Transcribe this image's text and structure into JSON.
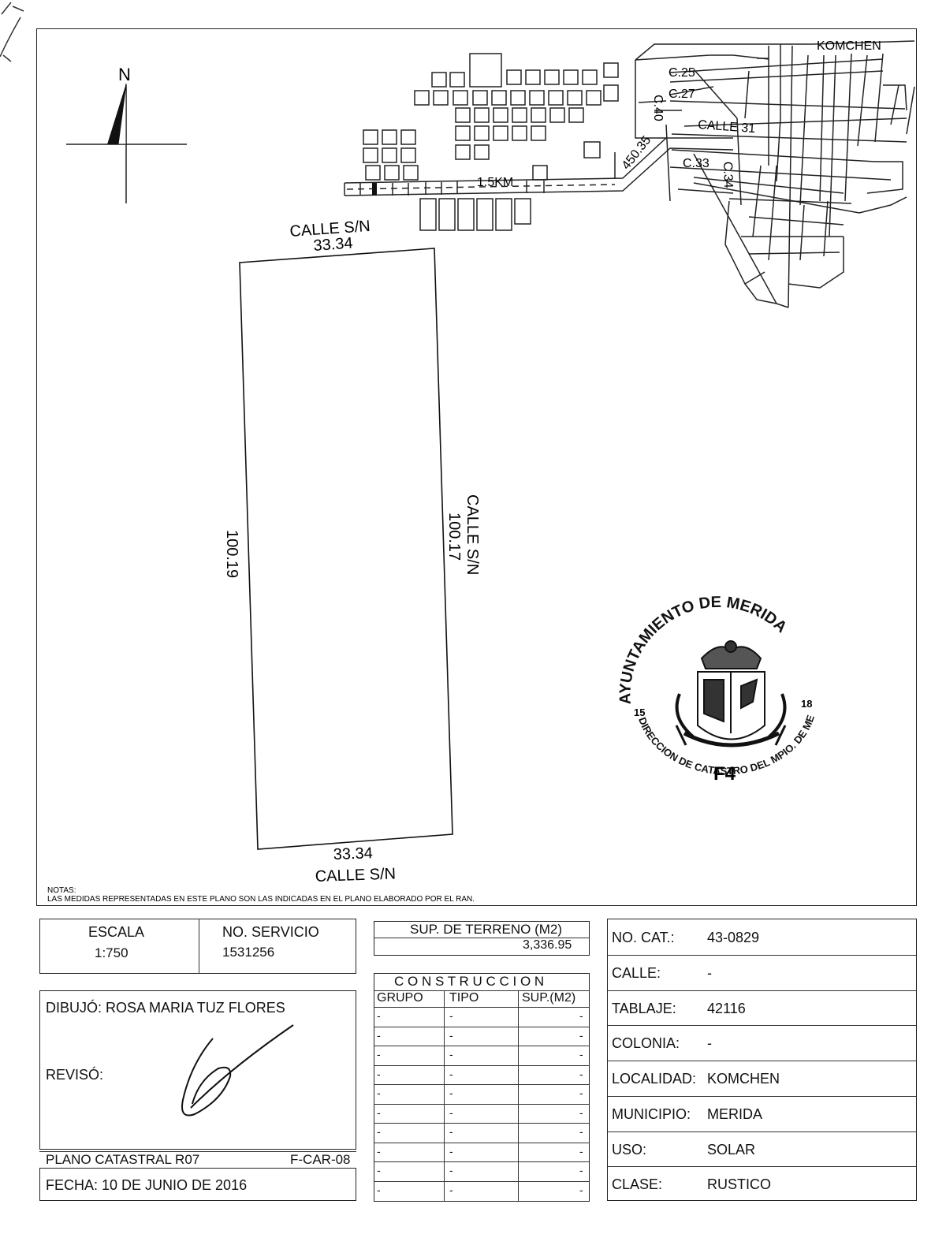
{
  "map": {
    "north_label": "N",
    "locality_label": "KOMCHEN",
    "streets": {
      "c25": "C.25",
      "c27": "C.27",
      "c40": "C.40",
      "calle31": "CALLE 31",
      "c33": "C.33",
      "c34": "C.34"
    },
    "distance_label": "450.35",
    "km_label": "1.5KM",
    "lot": {
      "top_street": "CALLE S/N",
      "top_length": "33.34",
      "left_length": "100.19",
      "right_street": "CALLE S/N",
      "right_length": "100.17",
      "bottom_length": "33.34",
      "bottom_street": "CALLE S/N"
    },
    "notes_title": "NOTAS:",
    "notes_text": "LAS MEDIDAS REPRESENTADAS EN ESTE PLANO SON LAS INDICADAS EN EL PLANO ELABORADO POR EL RAN."
  },
  "seal": {
    "top_text": "AYUNTAMIENTO DE MERIDA",
    "bottom_text": "DIRECCION DE CATASTRO DEL MPIO. DE MERIDA",
    "year_left": "15",
    "year_right": "18",
    "code": "F4"
  },
  "title_block": {
    "escala_label": "ESCALA",
    "escala_value": "1:750",
    "servicio_label": "NO. SERVICIO",
    "servicio_value": "1531256",
    "sup_label": "SUP. DE TERRENO (M2)",
    "sup_value": "3,336.95",
    "construccion_title": "C O N S T R U C C I O N",
    "construccion_headers": [
      "GRUPO",
      "TIPO",
      "SUP.(M2)"
    ],
    "dibujo": "DIBUJÓ: ROSA MARIA TUZ FLORES",
    "reviso": "REVISÓ:",
    "plano": "PLANO CATASTRAL R07",
    "form_code": "F-CAR-08",
    "fecha": "FECHA: 10 DE JUNIO DE 2016"
  },
  "info": [
    {
      "label": "NO. CAT.:",
      "value": "43-0829"
    },
    {
      "label": "CALLE:",
      "value": "-"
    },
    {
      "label": "TABLAJE:",
      "value": "42116"
    },
    {
      "label": "COLONIA:",
      "value": "-"
    },
    {
      "label": "LOCALIDAD:",
      "value": "KOMCHEN"
    },
    {
      "label": "MUNICIPIO:",
      "value": "MERIDA"
    },
    {
      "label": "USO:",
      "value": "SOLAR"
    },
    {
      "label": "CLASE:",
      "value": "RUSTICO"
    }
  ]
}
